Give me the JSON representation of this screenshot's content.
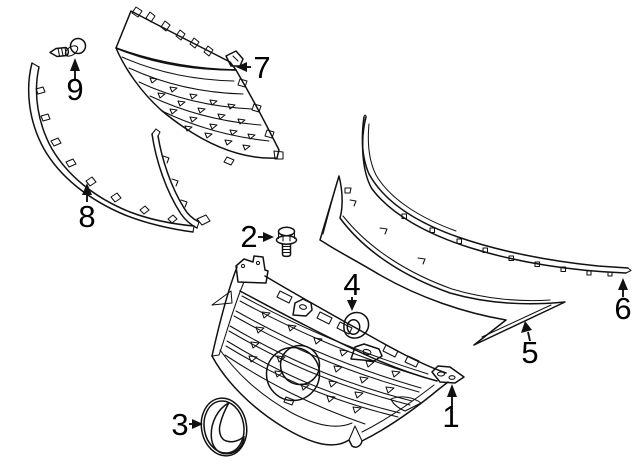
{
  "diagram": {
    "background_color": "#ffffff",
    "line_color": "#111111",
    "callouts": [
      {
        "number": "1"
      },
      {
        "number": "2"
      },
      {
        "number": "3"
      },
      {
        "number": "4"
      },
      {
        "number": "5"
      },
      {
        "number": "6"
      },
      {
        "number": "7"
      },
      {
        "number": "8"
      },
      {
        "number": "9"
      }
    ]
  }
}
